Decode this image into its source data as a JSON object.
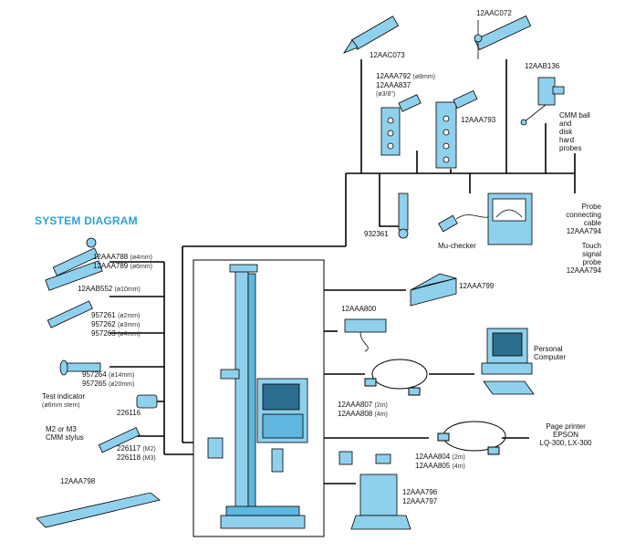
{
  "title": "SYSTEM DIAGRAM",
  "colors": {
    "part": "#8fd0ec",
    "outline": "#000000",
    "dark": "#2d6d8f",
    "screen": "#5fb7df"
  },
  "labels": {
    "p12AAC073": "12AAC073",
    "p12AAC072": "12AAC072",
    "p12AAB136": "12AAB136",
    "p792": "12AAA792",
    "p792_sub": "(ø8mm)",
    "p837": "12AAA837",
    "p837_sub": "(ø3/8\")",
    "p793": "12AAA793",
    "cmm_ball": [
      "CMM ball",
      "and",
      "disk",
      "hard",
      "probes"
    ],
    "p932361": "932361",
    "mu_checker": "Mu-checker",
    "probe_cable": [
      "Probe",
      "connecting",
      "cable",
      "12AAA794"
    ],
    "touch_probe": [
      "Touch",
      "signal",
      "probe",
      "12AAA794"
    ],
    "p788": "12AAA788",
    "p788_sub": "(ø4mm)",
    "p789": "12AAA789",
    "p789_sub": "(ø6mm)",
    "p552": "12AAB552",
    "p552_sub": "(ø10mm)",
    "p957261": "957261",
    "p957261_sub": "(ø2mm)",
    "p957262": "957262",
    "p957262_sub": "(ø3mm)",
    "p957263": "957263",
    "p957263_sub": "(ø4mm)",
    "p957264": "957264",
    "p957264_sub": "(ø14mm)",
    "p957265": "957265",
    "p957265_sub": "(ø20mm)",
    "test_indicator": "Test indicator",
    "test_indicator_sub": "(ø6mm stem)",
    "p226116": "226116",
    "m2m3": [
      "M2 or M3",
      "CMM stylus"
    ],
    "p226117": "226117",
    "p226117_sub": "(M2)",
    "p226118": "226118",
    "p226118_sub": "(M3)",
    "p12AAA798": "12AAA798",
    "p12AAA799": "12AAA799",
    "p12AAA800": "12AAA800",
    "personal_computer": [
      "Personal",
      "Computer"
    ],
    "p807": "12AAA807",
    "p807_sub": "(2m)",
    "p808": "12AAA808",
    "p808_sub": "(4m)",
    "page_printer": [
      "Page printer",
      "EPSON",
      "LQ-300, LX-300"
    ],
    "p804": "12AAA804",
    "p804_sub": "(2m)",
    "p805": "12AAA805",
    "p805_sub": "(4m)",
    "p796": "12AAA796",
    "p797": "12AAA797"
  }
}
